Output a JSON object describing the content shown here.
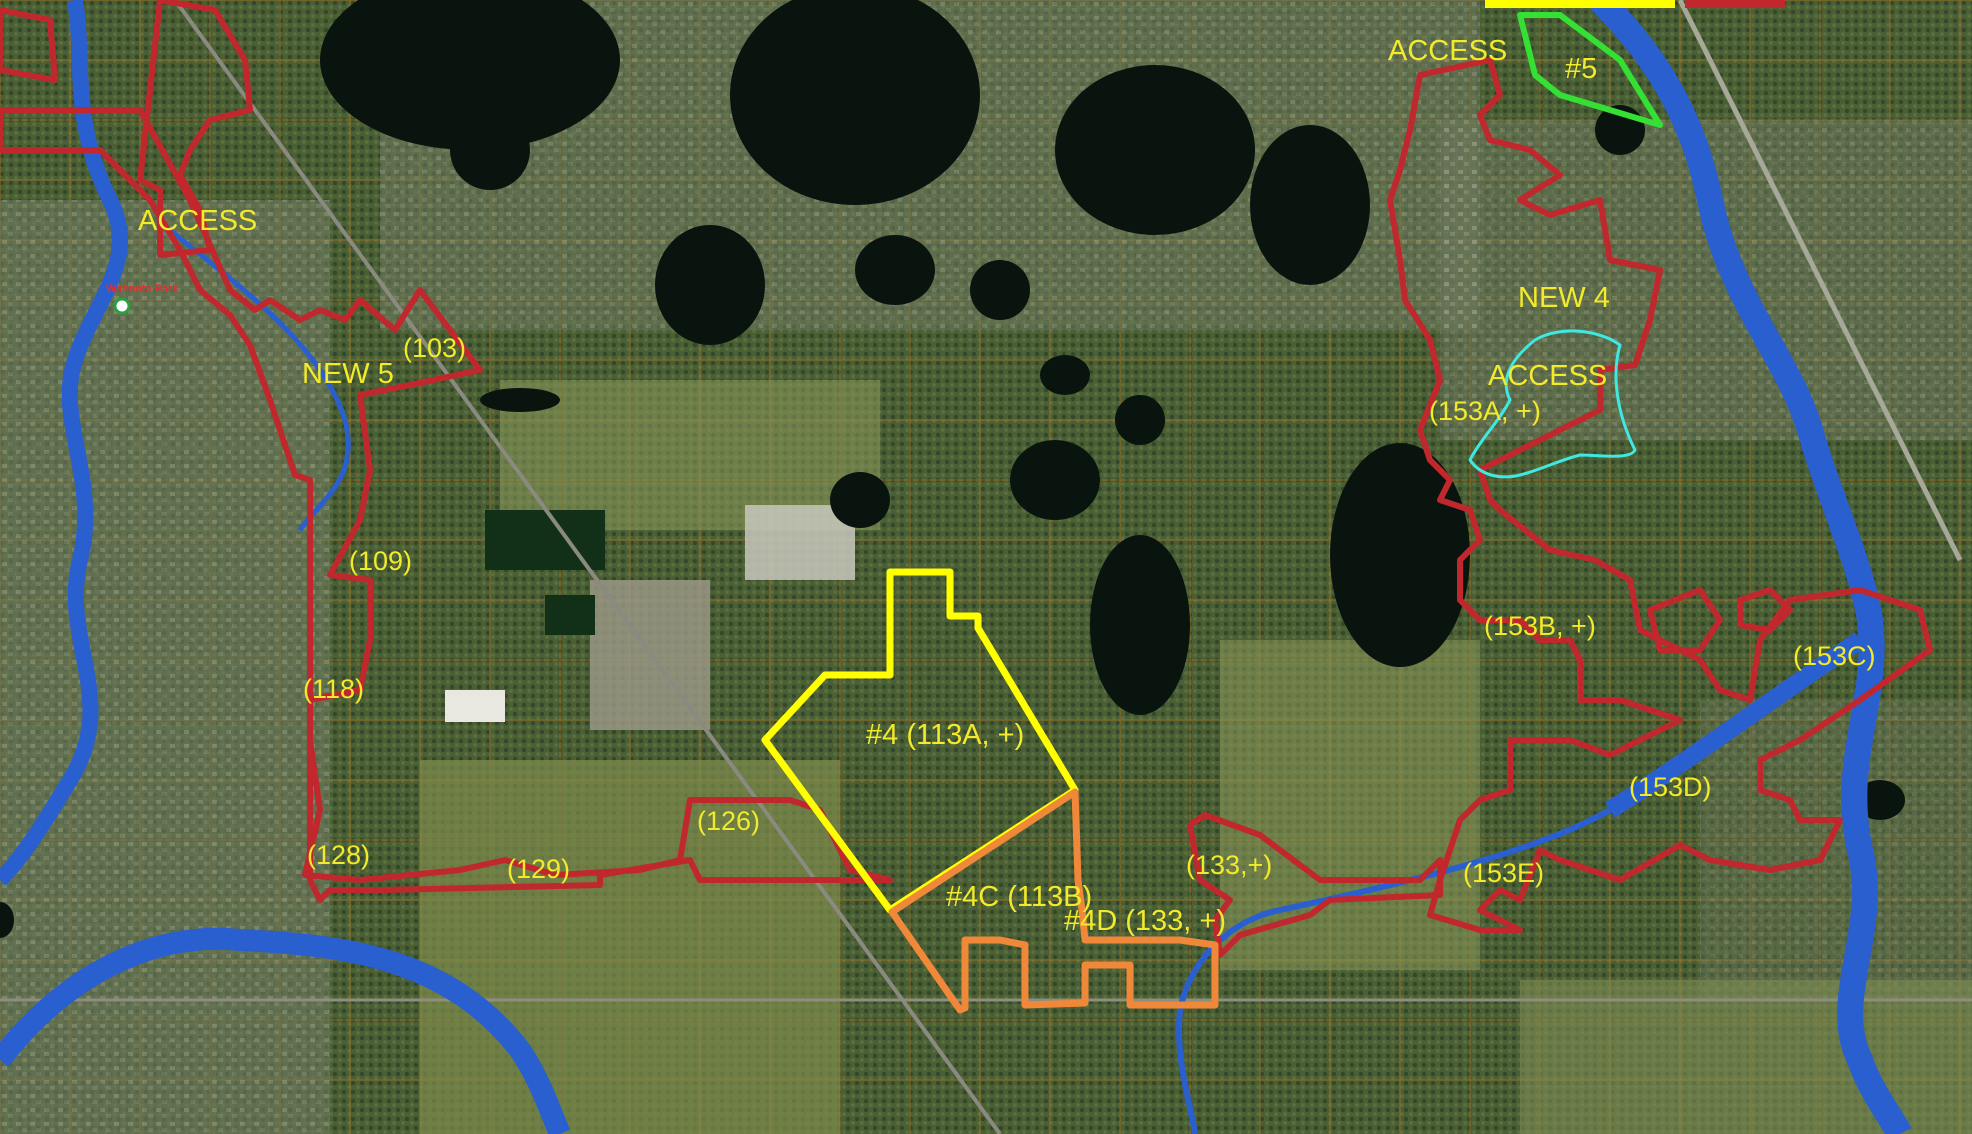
{
  "map": {
    "colors": {
      "red_boundary": "#c0282e",
      "yellow_boundary": "#ffff00",
      "orange_boundary": "#f0883a",
      "green_boundary": "#33e033",
      "cyan_boundary": "#3fe8e0",
      "river": "#2a5fd0",
      "parcel_lines": "#b8741a",
      "label_text": "#f2ea2a",
      "lake": "#0a140e"
    },
    "labels": {
      "access_nw": "ACCESS",
      "access_ne": "ACCESS",
      "access_e": "ACCESS",
      "new5": "NEW 5",
      "new4": "NEW 4",
      "n103": "(103)",
      "n109": "(109)",
      "n118": "(118)",
      "n128": "(128)",
      "n129": "(129)",
      "n126": "(126)",
      "site4": "#4 (113A, +)",
      "site4c": "#4C (113B)",
      "site4d": "#4D (133, +)",
      "n133": "(133,+)",
      "n153a": "(153A, +)",
      "n153b": "(153B, +)",
      "n153c": "(153C)",
      "n153d": "(153D)",
      "n153e": "(153E)",
      "site5": "#5",
      "park": "Wahneta Park"
    }
  }
}
